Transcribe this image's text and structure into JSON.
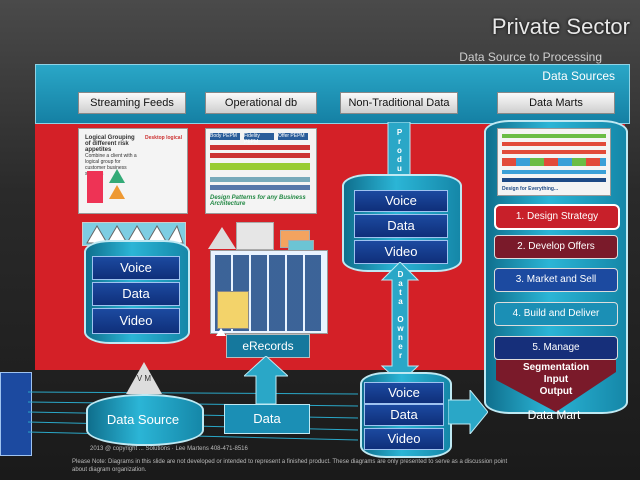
{
  "header": {
    "title": "Private Sector",
    "subtitle": "Data Source to Processing"
  },
  "teal_bar": {
    "label": "Data Sources"
  },
  "columns": [
    "Streaming Feeds",
    "Operational db",
    "Non-Traditional Data",
    "Data Marts"
  ],
  "bands": {
    "voice": "Voice",
    "data": "Data",
    "video": "Video"
  },
  "thumb1": {
    "heading": "Logical Grouping of different risk appetites",
    "sub": "Combine a client with a logical group for customer business services",
    "side": "Desktop logical"
  },
  "thumb2": {
    "tabs": [
      "Body PEPM",
      "Fidelity PEPM",
      "Offer PEPM"
    ],
    "footer": "Design Patterns for any Business Architecture"
  },
  "thumb4": {
    "caption": "Design for Everything..."
  },
  "erecords": {
    "label": "eRecords"
  },
  "vertical": {
    "producer": "Producer",
    "data_owner": "Data Owner",
    "vm": "V M"
  },
  "menu": [
    "1. Design Strategy",
    "2. Develop Offers",
    "3. Market and Sell",
    "4. Build and Deliver",
    "5. Manage"
  ],
  "segmentation": {
    "l1": "Segmentation",
    "l2": "Input",
    "l3": "Output"
  },
  "bottom": {
    "source": "Data Source",
    "data": "Data",
    "mart": "Data Mart"
  },
  "footer": {
    "copyright": "2013 @ copyright ... Solutions · Lee Martens 408-471-8516",
    "note": "Please Note: Diagrams in this slide are not developed or intended to represent a finished product. These diagrams are only presented to serve as a discussion point about diagram organization."
  },
  "colors": {
    "red": "#d42027",
    "teal": "#1a93b8",
    "navy": "#1c4aa0",
    "maroon": "#7a1a2a"
  }
}
